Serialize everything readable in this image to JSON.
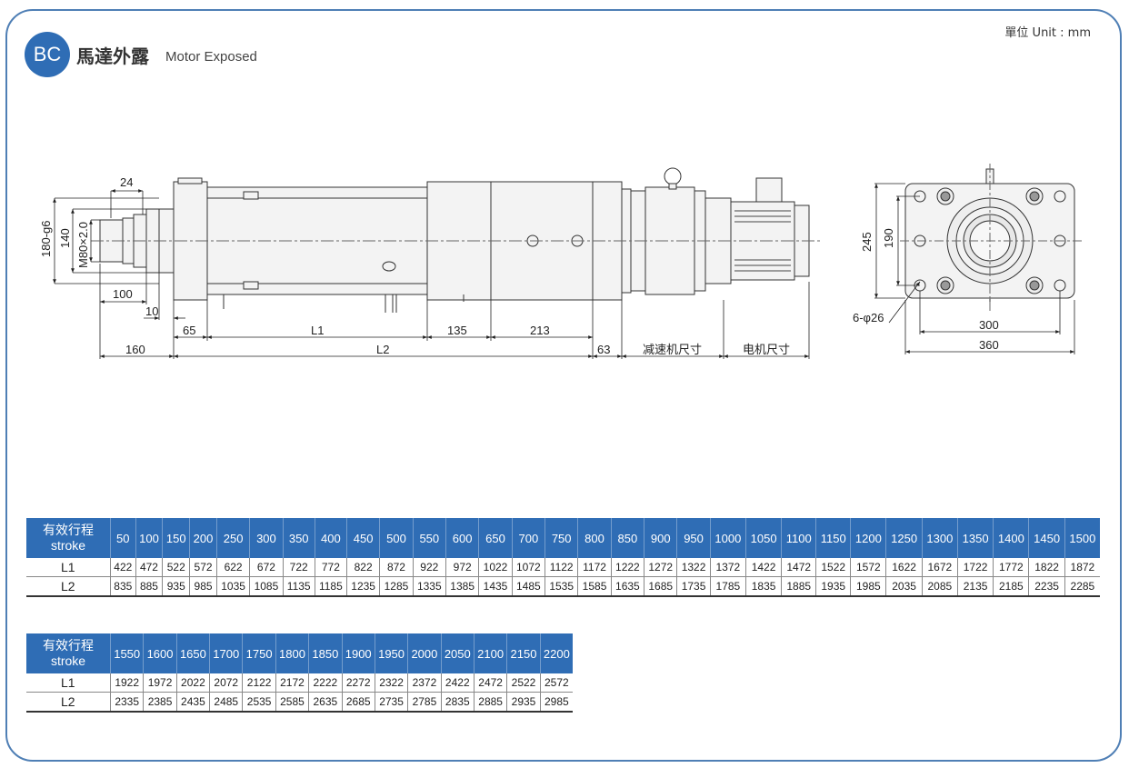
{
  "header": {
    "badge": "BC",
    "title_zh": "馬達外露",
    "title_en": "Motor Exposed",
    "unit": "單位 Unit : mm"
  },
  "drawing": {
    "side_view": {
      "dims": {
        "d24": "24",
        "d180g6": "180-g6",
        "d140": "140",
        "dM80": "M80×2.0",
        "d100": "100",
        "d10": "10",
        "d65": "65",
        "dL1": "L1",
        "d135": "135",
        "d213": "213",
        "d160": "160",
        "dL2": "L2",
        "d63": "63",
        "reducer": "减速机尺寸",
        "motor": "电机尺寸"
      }
    },
    "end_view": {
      "dims": {
        "d245": "245",
        "d190": "190",
        "holes": "6-φ26",
        "d300": "300",
        "d360": "360"
      }
    }
  },
  "tables": {
    "header_label_zh": "有效行程",
    "header_label_en": "stroke",
    "row_labels": [
      "L1",
      "L2"
    ],
    "table1": {
      "strokes": [
        "50",
        "100",
        "150",
        "200",
        "250",
        "300",
        "350",
        "400",
        "450",
        "500",
        "550",
        "600",
        "650",
        "700",
        "750",
        "800",
        "850",
        "900",
        "950",
        "1000",
        "1050",
        "1100",
        "1150",
        "1200",
        "1250",
        "1300",
        "1350",
        "1400",
        "1450",
        "1500"
      ],
      "L1": [
        "422",
        "472",
        "522",
        "572",
        "622",
        "672",
        "722",
        "772",
        "822",
        "872",
        "922",
        "972",
        "1022",
        "1072",
        "1122",
        "1172",
        "1222",
        "1272",
        "1322",
        "1372",
        "1422",
        "1472",
        "1522",
        "1572",
        "1622",
        "1672",
        "1722",
        "1772",
        "1822",
        "1872"
      ],
      "L2": [
        "835",
        "885",
        "935",
        "985",
        "1035",
        "1085",
        "1135",
        "1185",
        "1235",
        "1285",
        "1335",
        "1385",
        "1435",
        "1485",
        "1535",
        "1585",
        "1635",
        "1685",
        "1735",
        "1785",
        "1835",
        "1885",
        "1935",
        "1985",
        "2035",
        "2085",
        "2135",
        "2185",
        "2235",
        "2285"
      ]
    },
    "table2": {
      "strokes": [
        "1550",
        "1600",
        "1650",
        "1700",
        "1750",
        "1800",
        "1850",
        "1900",
        "1950",
        "2000",
        "2050",
        "2100",
        "2150",
        "2200"
      ],
      "L1": [
        "1922",
        "1972",
        "2022",
        "2072",
        "2122",
        "2172",
        "2222",
        "2272",
        "2322",
        "2372",
        "2422",
        "2472",
        "2522",
        "2572"
      ],
      "L2": [
        "2335",
        "2385",
        "2435",
        "2485",
        "2535",
        "2585",
        "2635",
        "2685",
        "2735",
        "2785",
        "2835",
        "2885",
        "2935",
        "2985"
      ]
    }
  },
  "colors": {
    "accent": "#2f6db5",
    "frame": "#4f7fb5",
    "body_fill": "#f0f0f0"
  }
}
